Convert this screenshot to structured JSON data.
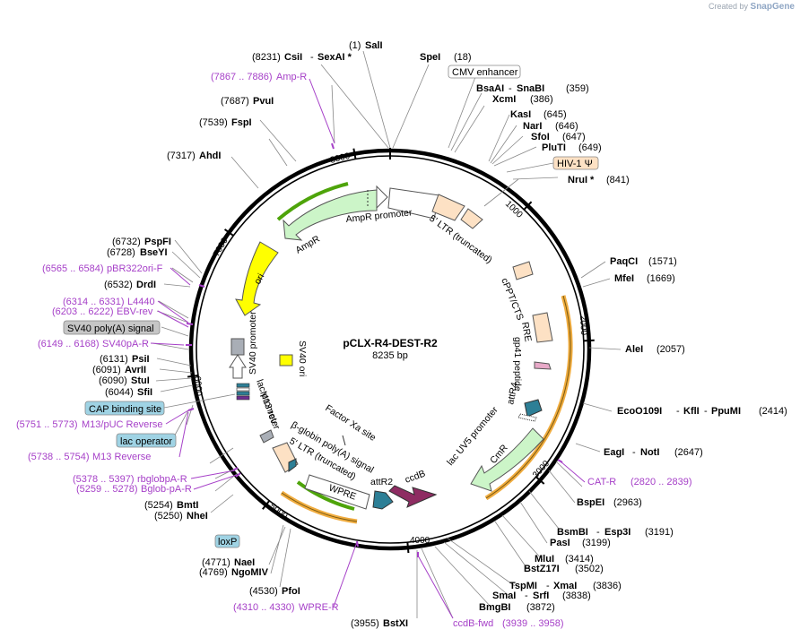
{
  "watermark": {
    "prefix": "Created by",
    "brand": "SnapGene"
  },
  "plasmid": {
    "name": "pCLX-R4-DEST-R2",
    "size_label": "8235 bp"
  },
  "tick_labels": [
    "1000",
    "2000",
    "3000",
    "4000",
    "5000",
    "6000",
    "7000",
    "8000"
  ],
  "sites": {
    "sali": {
      "pos": "(1)",
      "name": "SalI"
    },
    "spei": {
      "pos": "(18)",
      "name": "SpeI"
    },
    "csi": {
      "pos": "(8231)",
      "name": "CsiI",
      "name2": "SexAI *"
    },
    "ampr_primer": {
      "range": "(7867 .. 7886)",
      "name": "Amp-R"
    },
    "pvui": {
      "pos": "(7687)",
      "name": "PvuI"
    },
    "fspi": {
      "pos": "(7539)",
      "name": "FspI"
    },
    "ahdi": {
      "pos": "(7317)",
      "name": "AhdI"
    },
    "cmv": {
      "name": "CMV enhancer"
    },
    "bsaai": {
      "name": "BsaAI",
      "name2": "SnaBI",
      "pos": "(359)"
    },
    "xcmi": {
      "name": "XcmI",
      "pos": "(386)"
    },
    "kasi": {
      "name": "KasI",
      "pos": "(645)"
    },
    "nari": {
      "name": "NarI",
      "pos": "(646)"
    },
    "sfoi": {
      "name": "SfoI",
      "pos": "(647)"
    },
    "pluti": {
      "name": "PluTI",
      "pos": "(649)"
    },
    "hiv": {
      "name": "HIV-1 Ψ"
    },
    "nrui": {
      "name": "NruI *",
      "pos": "(841)"
    },
    "pspfi": {
      "pos": "(6732)",
      "name": "PspFI"
    },
    "bseyi": {
      "pos": "(6728)",
      "name": "BseYI"
    },
    "pbr": {
      "range": "(6565 .. 6584)",
      "name": "pBR322ori-F"
    },
    "drdi": {
      "pos": "(6532)",
      "name": "DrdI"
    },
    "l4440": {
      "range": "(6314 .. 6331)",
      "name": "L4440"
    },
    "ebv": {
      "range": "(6203 .. 6222)",
      "name": "EBV-rev"
    },
    "sv40pa_box": {
      "name": "SV40 poly(A) signal"
    },
    "sv40pa_r": {
      "range": "(6149 .. 6168)",
      "name": "SV40pA-R"
    },
    "psii": {
      "pos": "(6131)",
      "name": "PsiI"
    },
    "avrii": {
      "pos": "(6091)",
      "name": "AvrII"
    },
    "stui": {
      "pos": "(6090)",
      "name": "StuI"
    },
    "sfii": {
      "pos": "(6044)",
      "name": "SfiI"
    },
    "cap": {
      "name": "CAP binding site"
    },
    "m13puc": {
      "range": "(5751 .. 5773)",
      "name": "M13/pUC Reverse"
    },
    "lacop": {
      "name": "lac operator"
    },
    "m13r": {
      "range": "(5738 .. 5754)",
      "name": "M13 Reverse"
    },
    "rbglob": {
      "range": "(5378 .. 5397)",
      "name": "rbglobpA-R"
    },
    "bglob": {
      "range": "(5259 .. 5278)",
      "name": "Bglob-pA-R"
    },
    "bmti": {
      "pos": "(5254)",
      "name": "BmtI"
    },
    "nhei": {
      "pos": "(5250)",
      "name": "NheI"
    },
    "loxp": {
      "name": "loxP"
    },
    "naei": {
      "pos": "(4771)",
      "name": "NaeI"
    },
    "ngomiv": {
      "pos": "(4769)",
      "name": "NgoMIV"
    },
    "pfoi": {
      "pos": "(4530)",
      "name": "PfoI"
    },
    "wpre_r": {
      "range": "(4310 .. 4330)",
      "name": "WPRE-R"
    },
    "bstxi": {
      "pos": "(3955)",
      "name": "BstXI"
    },
    "ccdbfwd": {
      "name": "ccdB-fwd",
      "range": "(3939 .. 3958)"
    },
    "paqci": {
      "name": "PaqCI",
      "pos": "(1571)"
    },
    "mfei": {
      "name": "MfeI",
      "pos": "(1669)"
    },
    "alei": {
      "name": "AleI",
      "pos": "(2057)"
    },
    "eco": {
      "name": "EcoO109I",
      "name2": "KflI",
      "name3": "PpuMI",
      "pos": "(2414)"
    },
    "eagi": {
      "name": "EagI",
      "name2": "NotI",
      "pos": "(2647)"
    },
    "catr": {
      "name": "CAT-R",
      "range": "(2820 .. 2839)"
    },
    "bspei": {
      "name": "BspEI",
      "pos": "(2963)"
    },
    "bsmbi": {
      "name": "BsmBI",
      "name2": "Esp3I",
      "pos": "(3191)"
    },
    "pasi": {
      "name": "PasI",
      "pos": "(3199)"
    },
    "mlui": {
      "name": "MluI",
      "pos": "(3414)"
    },
    "bstz": {
      "name": "BstZ17I",
      "pos": "(3502)"
    },
    "tspmi": {
      "name": "TspMI",
      "name2": "XmaI",
      "pos": "(3836)"
    },
    "smai": {
      "name": "SmaI",
      "name2": "SrfI",
      "pos": "(3838)"
    },
    "bmgbi": {
      "name": "BmgBI",
      "pos": "(3872)"
    }
  },
  "features": {
    "ampr_promoter": "AmpR promoter",
    "ltr5": "5' LTR (truncated)",
    "ampr": "AmpR",
    "cppt": "cPPT/CTS",
    "rre": "RRE",
    "ori": "ori",
    "sv40_promoter": "SV40 promoter",
    "sv40_ori": "SV40 ori",
    "gp41": "gp41 peptide",
    "attr4": "attR4",
    "lac_promoter": "lac promoter",
    "m13rev": "M13 rev",
    "lacuv5": "lac UV5 promoter",
    "factorxa": "Factor Xa site",
    "cmr": "CmR",
    "bglobin_pa": "β-globin poly(A) signal",
    "ltr5b": "5' LTR (truncated)",
    "wpre": "WPRE",
    "attr2": "attR2",
    "ccdb": "ccdB"
  },
  "colors": {
    "promoter_white": "#ffffff",
    "ltr_tan": "#fde1c4",
    "amp_green": "#ccf5c8",
    "ori_yellow": "#ffff00",
    "primer_purple": "#a640c8",
    "ccdb_magenta": "#8e2c62",
    "attr_teal": "#2d7f96",
    "orange_arc": "#f0ac3f",
    "green_arc": "#4ea40a",
    "sv40_gray": "#a9aeb6",
    "cap_box": "#9fd3e4",
    "sv40pa_box": "#c6c6c6"
  }
}
